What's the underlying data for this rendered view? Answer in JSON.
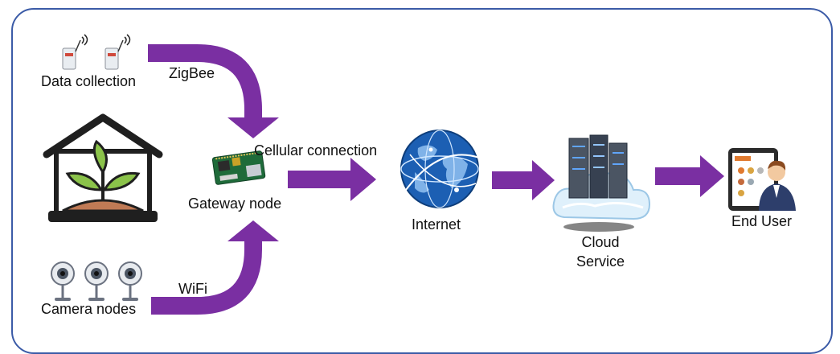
{
  "colors": {
    "frame": "#3b5ba7",
    "arrow": "#7a2fa2",
    "house_outline": "#1f1f1f",
    "leaf": "#8bc34a",
    "soil": "#c07a55",
    "cloud": "#dff0fb",
    "server": "#4b5563",
    "globe": "#1c5fb3"
  },
  "nodes": {
    "data_collection": "Data collection",
    "camera_nodes": "Camera nodes",
    "gateway_node": "Gateway node",
    "internet": "Internet",
    "cloud_service_line1": "Cloud",
    "cloud_service_line2": "Service",
    "end_user": "End User"
  },
  "links": {
    "zigbee": "ZigBee",
    "wifi": "WiFi",
    "cellular": "Cellular connection"
  },
  "icons": {
    "sensor": "wireless-sensor-icon",
    "camera": "security-camera-icon",
    "greenhouse": "greenhouse-plant-icon",
    "gateway": "raspberry-pi-board-icon",
    "internet": "globe-icon",
    "cloud": "cloud-server-icon",
    "user": "tablet-user-icon"
  }
}
